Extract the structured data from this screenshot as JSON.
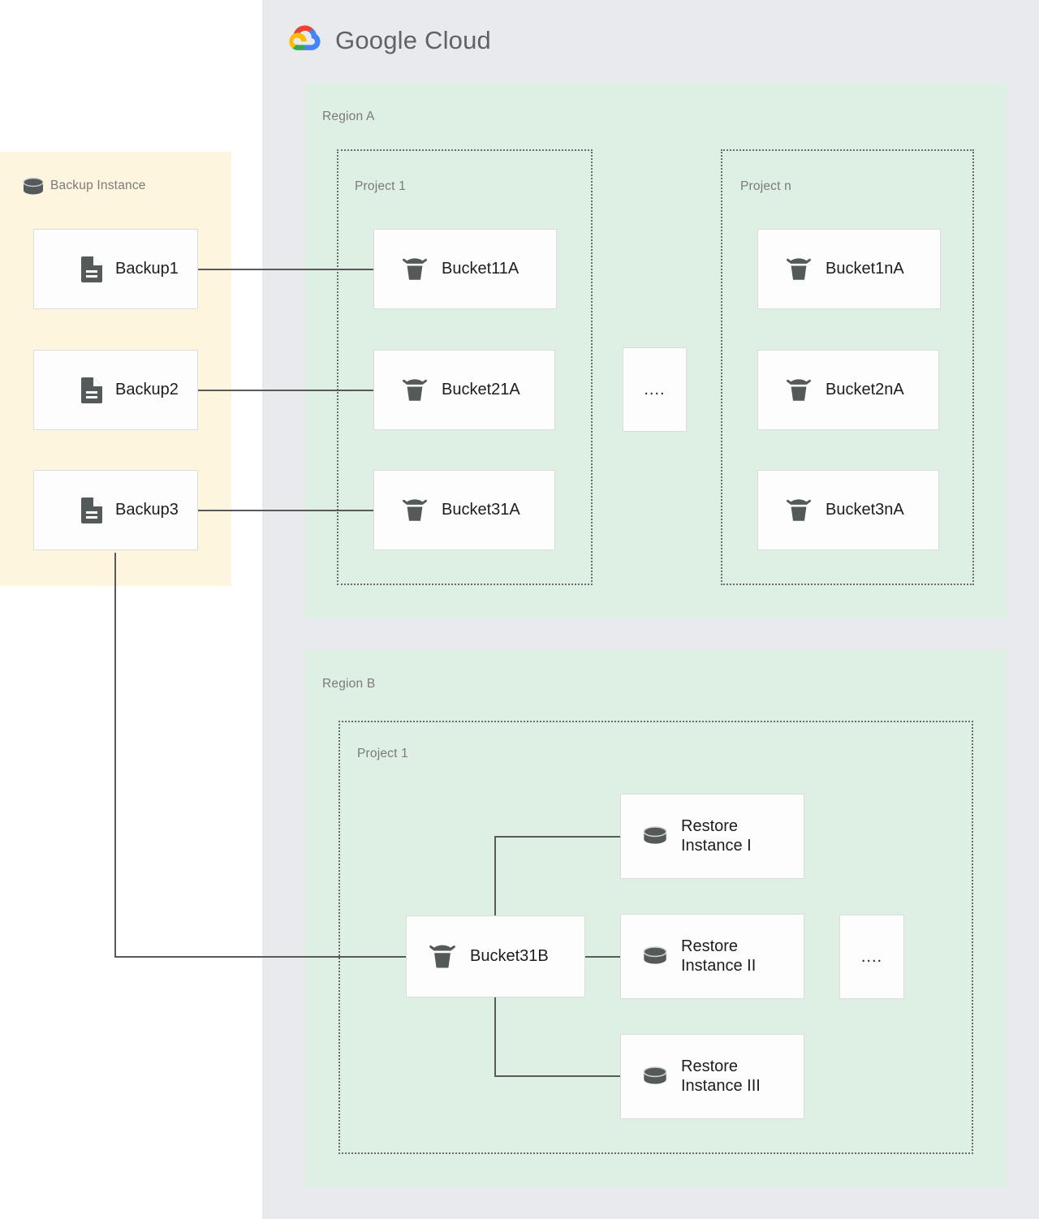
{
  "brand": {
    "logo_icon": "google-cloud-logo-icon",
    "name_bold": "Google",
    "name_light": "Cloud",
    "colors": {
      "red": "#ea4335",
      "yellow": "#fbbc05",
      "green": "#34a853",
      "blue": "#4285f4"
    }
  },
  "colors": {
    "gcp_panel_bg": "#e8eaed",
    "region_bg": "#deefe4",
    "backup_panel_bg": "#fdf5dd",
    "card_bg": "#fdfdfd",
    "card_border": "#dcdcdc",
    "connector": "#595959",
    "label_text": "#7a7a7a",
    "node_text": "#1d1d1d"
  },
  "backup_instance": {
    "title": "Backup Instance",
    "icon": "database-cylinder-icon",
    "items": [
      {
        "label": "Backup1",
        "icon": "document-icon"
      },
      {
        "label": "Backup2",
        "icon": "document-icon"
      },
      {
        "label": "Backup3",
        "icon": "document-icon"
      }
    ]
  },
  "regions": [
    {
      "label": "Region A",
      "projects": [
        {
          "label": "Project 1",
          "nodes": [
            {
              "label": "Bucket11A",
              "icon": "storage-bucket-icon"
            },
            {
              "label": "Bucket21A",
              "icon": "storage-bucket-icon"
            },
            {
              "label": "Bucket31A",
              "icon": "storage-bucket-icon"
            }
          ]
        },
        {
          "label": "Project n",
          "nodes": [
            {
              "label": "Bucket1nA",
              "icon": "storage-bucket-icon"
            },
            {
              "label": "Bucket2nA",
              "icon": "storage-bucket-icon"
            },
            {
              "label": "Bucket3nA",
              "icon": "storage-bucket-icon"
            }
          ]
        }
      ],
      "ellipsis": "...."
    },
    {
      "label": "Region B",
      "projects": [
        {
          "label": "Project 1",
          "nodes": [
            {
              "label": "Bucket31B",
              "icon": "storage-bucket-icon"
            },
            {
              "label": "Restore\nInstance I",
              "icon": "database-cylinder-icon"
            },
            {
              "label": "Restore\nInstance II",
              "icon": "database-cylinder-icon"
            },
            {
              "label": "Restore\nInstance III",
              "icon": "database-cylinder-icon"
            }
          ]
        }
      ],
      "ellipsis": "...."
    }
  ]
}
